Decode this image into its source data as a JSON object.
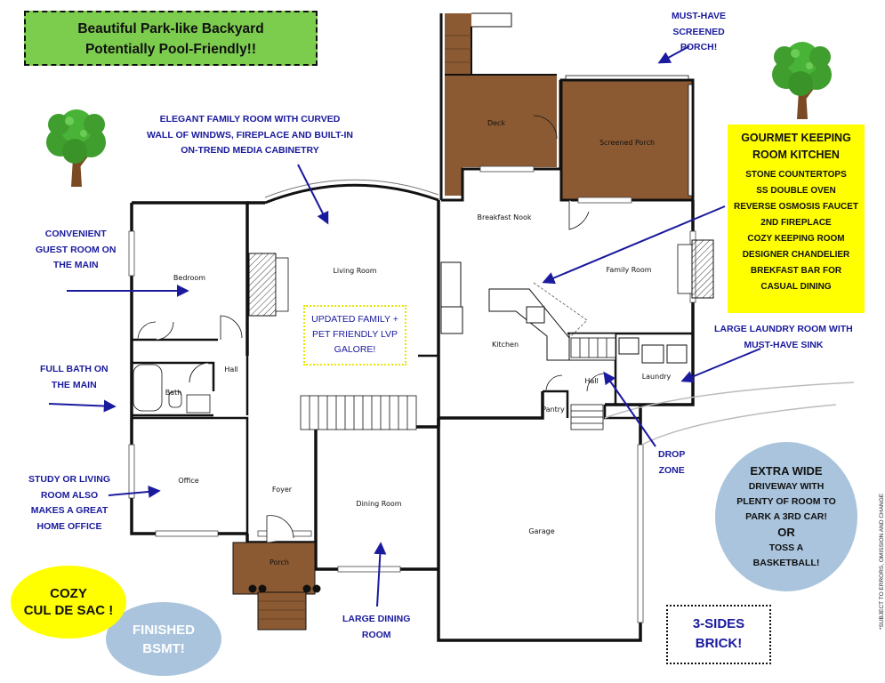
{
  "banner": {
    "line1": "Beautiful Park-like Backyard",
    "line2": "Potentially Pool-Friendly!!"
  },
  "rooms": {
    "deck": "Deck",
    "screened_porch": "Screened Porch",
    "breakfast_nook": "Breakfast Nook",
    "family_room": "Family Room",
    "living_room": "Living Room",
    "bedroom": "Bedroom",
    "kitchen": "Kitchen",
    "hall_left": "Hall",
    "bath": "Bath",
    "hall_right": "Hall",
    "laundry": "Laundry",
    "pantry": "Pantry",
    "office": "Office",
    "foyer": "Foyer",
    "dining_room": "Dining Room",
    "garage": "Garage",
    "porch": "Porch"
  },
  "callouts": {
    "screened_porch": [
      "MUST-HAVE",
      "SCREENED",
      "PORCH!"
    ],
    "family_room": [
      "ELEGANT FAMILY ROOM WITH CURVED",
      "WALL OF WINDWS, FIREPLACE AND BUILT-IN",
      "ON-TREND MEDIA CABINETRY"
    ],
    "guest_room": [
      "CONVENIENT",
      "GUEST ROOM ON",
      "THE MAIN"
    ],
    "full_bath": [
      "FULL BATH ON",
      "THE MAIN"
    ],
    "study": [
      "STUDY OR LIVING",
      "ROOM ALSO",
      "MAKES A GREAT",
      "HOME OFFICE"
    ],
    "laundry": [
      "LARGE LAUNDRY ROOM WITH",
      "MUST-HAVE SINK"
    ],
    "drop_zone": [
      "DROP",
      "ZONE"
    ],
    "dining": [
      "LARGE DINING",
      "ROOM"
    ],
    "lvp": [
      "UPDATED FAMILY +",
      "PET FRIENDLY LVP",
      "GALORE!"
    ]
  },
  "kitchen_box": {
    "title1": "GOURMET KEEPING",
    "title2": "ROOM KITCHEN",
    "items": [
      "STONE COUNTERTOPS",
      "SS DOUBLE OVEN",
      "REVERSE OSMOSIS FAUCET",
      "2ND FIREPLACE",
      "COZY KEEPING ROOM",
      "DESIGNER CHANDELIER",
      "BREKFAST BAR FOR",
      "CASUAL DINING"
    ]
  },
  "badges": {
    "cozy": [
      "COZY",
      "CUL DE SAC !"
    ],
    "bsmt": [
      "FINISHED",
      "BSMT!"
    ],
    "driveway": {
      "title": "EXTRA WIDE",
      "lines": [
        "DRIVEWAY WITH",
        "PLENTY OF ROOM TO",
        "PARK A 3RD CAR!"
      ],
      "or": "OR",
      "lines2": [
        "TOSS A",
        "BASKETBALL!"
      ]
    },
    "brick": [
      "3-SIDES",
      "BRICK!"
    ]
  },
  "disclaimer": "*SUBJECT TO ERRORS, OMISSION AND CHANGE",
  "colors": {
    "wood": "#8b5a33",
    "banner": "#7ccc4e",
    "highlight": "#ffff00",
    "badge_blue": "#a9c4dc",
    "callout_text": "#1a1a9e",
    "wall": "#111111"
  },
  "icons": [
    "tree-icon",
    "tree-icon",
    "tree-icon"
  ]
}
